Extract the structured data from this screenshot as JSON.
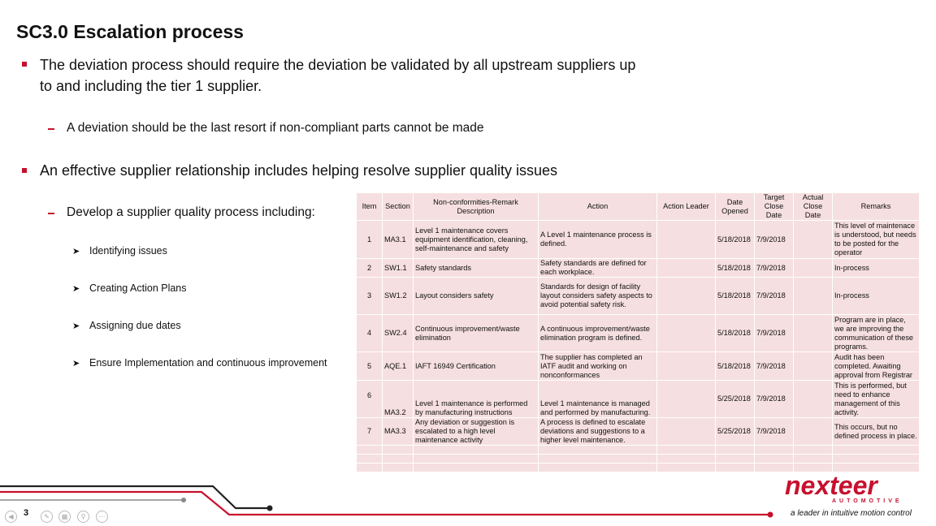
{
  "title": "SC3.0 Escalation process",
  "bullets": {
    "b1_line1": "The deviation process should require the deviation be validated by all upstream suppliers up",
    "b1_line2": "to and including the tier 1 supplier.",
    "b1_sub": "A deviation should be the last resort if non-compliant parts cannot be made",
    "b2": "An effective supplier relationship includes helping resolve supplier quality issues",
    "b2_sub": "Develop a supplier quality process including:",
    "items": [
      "Identifying issues",
      "Creating Action Plans",
      "Assigning due dates",
      "Ensure Implementation and continuous improvement"
    ]
  },
  "table": {
    "headers": [
      "Item",
      "Section",
      "Non-conformities-Remark Description",
      "Action",
      "Action Leader",
      "Date Opened",
      "Target Close Date",
      "Actual Close Date",
      "Remarks"
    ],
    "rows": [
      {
        "item": "1",
        "section": "MA3.1",
        "desc": "Level 1 maintenance covers equipment identification, cleaning, self-maintenance and safety",
        "action": "A Level 1 maintenance process is defined.",
        "leader": "",
        "opened": "5/18/2018",
        "target": "7/9/2018",
        "actual": "",
        "remarks": "This level of maintenace is understood, but needs to be posted for the operator"
      },
      {
        "item": "2",
        "section": "SW1.1",
        "desc": "Safety standards",
        "action": "Safety standards are defined for each workplace.",
        "leader": "",
        "opened": "5/18/2018",
        "target": "7/9/2018",
        "actual": "",
        "remarks": "In-process"
      },
      {
        "item": "3",
        "section": "SW1.2",
        "desc": "Layout considers safety",
        "action": "Standards for design of facility layout considers safety aspects to avoid potential safety risk.",
        "leader": "",
        "opened": "5/18/2018",
        "target": "7/9/2018",
        "actual": "",
        "remarks": "In-process"
      },
      {
        "item": "4",
        "section": "SW2.4",
        "desc": "Continuous improvement/waste elimination",
        "action": "A continuous improvement/waste elimination program is defined.",
        "leader": "",
        "opened": "5/18/2018",
        "target": "7/9/2018",
        "actual": "",
        "remarks": "Program are in place, we are improving the communication of these programs."
      },
      {
        "item": "5",
        "section": "AQE.1",
        "desc": "IAFT 16949 Certification",
        "action": "The supplier has completed an IATF audit and working on nonconformances",
        "leader": "",
        "opened": "5/18/2018",
        "target": "7/9/2018",
        "actual": "",
        "remarks": "Audit has been completed.  Awaiting approval from Registrar"
      },
      {
        "item": "6",
        "section": "MA3.2",
        "desc": "Level 1 maintenance is performed by manufacturing instructions",
        "action": "Level 1 maintenance is managed and performed by manufacturing.",
        "leader": "",
        "opened": "5/25/2018",
        "target": "7/9/2018",
        "actual": "",
        "remarks": "This is performed, but need to enhance management of this activity."
      },
      {
        "item": "7",
        "section": "MA3.3",
        "desc": "Any deviation or suggestion is escalated to a high level maintenance activity",
        "action": "A process is defined to escalate deviations and suggestions to a higher level maintenance.",
        "leader": "",
        "opened": "5/25/2018",
        "target": "7/9/2018",
        "actual": "",
        "remarks": "This occurs, but no defined process in place."
      }
    ]
  },
  "footer": {
    "page_number": "3",
    "logo": "nexteer",
    "logo_sub": "AUTOMOTIVE",
    "tagline": "a leader in intuitive motion control"
  },
  "colors": {
    "accent": "#c8102e",
    "table_fill": "#f6dfe0",
    "dark_line": "#222222"
  }
}
